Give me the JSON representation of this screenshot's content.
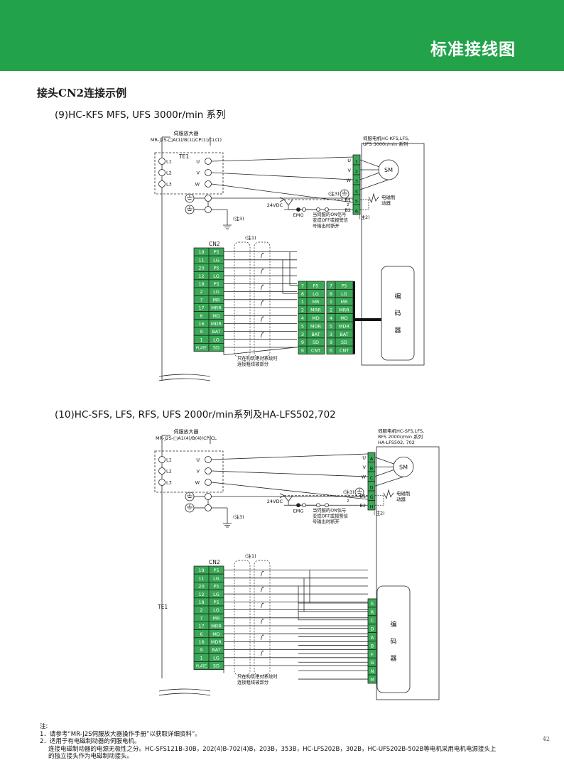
{
  "header": {
    "title": "标准接线图"
  },
  "section_title": "接头CN2连接示例",
  "fig1": {
    "caption": "(9)HC-KFS MFS, UFS 3000r/min 系列",
    "amp_label": "伺服放大器",
    "amp_model": "MR-J2S-□A(1)/B(1)/CP(1)/CL(1)",
    "te1": "TE1",
    "motor_label": "伺服电机HC-KFS,LFS,",
    "motor_label2": "UFS 3000r/min 系列",
    "sm": "SM",
    "note3a": "(注3)",
    "note3b": "(注3)",
    "note1": "(注1)",
    "note2": "(注2)",
    "vdc": "24VDC",
    "emg": "EMG",
    "brake_text1": "当伺服的ON信号",
    "brake_text2": "变成OFF或报警信",
    "brake_text3": "号输出时断开",
    "brake_label1": "电磁制",
    "brake_label2": "动器",
    "cn2": "CN2",
    "shield1": "只在构筑绝对系统时",
    "shield2": "连接粗线被部分",
    "encoder": [
      "编",
      "码",
      "器"
    ],
    "power_in": [
      "L1",
      "L2",
      "L3"
    ],
    "power_out": [
      "U",
      "V",
      "W"
    ],
    "motor_pins": [
      {
        "sig": "U",
        "pin": "1"
      },
      {
        "sig": "V",
        "pin": "2"
      },
      {
        "sig": "W",
        "pin": "3"
      },
      {
        "sig": "",
        "pin": "4"
      },
      {
        "sig": "B1",
        "pin": "5"
      },
      {
        "sig": "B2",
        "pin": "6"
      }
    ],
    "cn2_rows": [
      [
        "19",
        "P5"
      ],
      [
        "11",
        "LG"
      ],
      [
        "20",
        "P5"
      ],
      [
        "12",
        "LG"
      ],
      [
        "18",
        "P5"
      ],
      [
        "2",
        "LG"
      ],
      [
        "7",
        "MR"
      ],
      [
        "17",
        "MRR"
      ],
      [
        "6",
        "MD"
      ],
      [
        "16",
        "MDR"
      ],
      [
        "9",
        "BAT"
      ],
      [
        "1",
        "LG"
      ],
      [
        "PLATE",
        "SD"
      ]
    ],
    "conn_rows": [
      [
        "7",
        "P5"
      ],
      [
        "8",
        "LG"
      ],
      [
        "1",
        "MR"
      ],
      [
        "2",
        "MRR"
      ],
      [
        "4",
        "MD"
      ],
      [
        "5",
        "MDR"
      ],
      [
        "3",
        "BAT"
      ],
      [
        "9",
        "SD"
      ],
      [
        "6",
        "CNT"
      ]
    ]
  },
  "fig2": {
    "caption": "(10)HC-SFS, LFS, RFS, UFS 2000r/min系列及HA-LFS502,702",
    "amp_label": "伺服放大器",
    "amp_model": "MR-J2S-□A1(4)/B(4)/CP/CL",
    "te1": "TE1",
    "motor_label": "伺服电机HC-SFS,LFS,",
    "motor_label2": "RFS 2000r/min 系列",
    "motor_label3": "HA-LFS502, 702",
    "sm": "SM",
    "note3a": "(注3)",
    "note3b": "(注3)",
    "note1": "(注1)",
    "note2": "(注2)",
    "vdc": "24VDC",
    "emg": "EMG",
    "brake_text1": "当伺服的ON信号",
    "brake_text2": "变成OFF或报警信",
    "brake_text3": "号输出时断开",
    "brake_label1": "电磁制",
    "brake_label2": "动器",
    "cn2": "CN2",
    "shield1": "只在构筑绝对系统时",
    "shield2": "连接粗线被部分",
    "encoder": [
      "编",
      "码",
      "器"
    ],
    "power_in": [
      "L1",
      "L2",
      "L3"
    ],
    "power_out": [
      "U",
      "V",
      "W"
    ],
    "motor_pins": [
      {
        "sig": "U",
        "pin": "A"
      },
      {
        "sig": "V",
        "pin": "B"
      },
      {
        "sig": "W",
        "pin": "C"
      },
      {
        "sig": "",
        "pin": "D"
      },
      {
        "sig": "B1",
        "pin": "G"
      },
      {
        "sig": "B2",
        "pin": "H"
      }
    ],
    "cn2_rows": [
      [
        "19",
        "P5"
      ],
      [
        "11",
        "LG"
      ],
      [
        "20",
        "P5"
      ],
      [
        "12",
        "LG"
      ],
      [
        "18",
        "P5"
      ],
      [
        "2",
        "LG"
      ],
      [
        "7",
        "MR"
      ],
      [
        "17",
        "MRR"
      ],
      [
        "6",
        "MD"
      ],
      [
        "16",
        "MDR"
      ],
      [
        "9",
        "BAT"
      ],
      [
        "1",
        "LG"
      ],
      [
        "PLATE",
        "SD"
      ]
    ],
    "enc_pins": [
      "S",
      "R",
      "C",
      "D",
      "A",
      "B",
      "F",
      "G",
      "N",
      "M"
    ]
  },
  "notes": {
    "title": "注:",
    "items": [
      "1．请参考“MR-J2S伺服放大器操作手册”以获取详细资料”。",
      "2．适用于有电磁制动器的伺服电机。",
      "连接电磁制动器的电源无极性之分。HC-SFS121B-30B，202(4)B-702(4)B，203B，353B，HC-LFS202B，302B，HC-UFS202B-502B等电机采用电机电源接头上",
      "的独立接头作为电磁制动接头。"
    ]
  },
  "page_number": "42"
}
